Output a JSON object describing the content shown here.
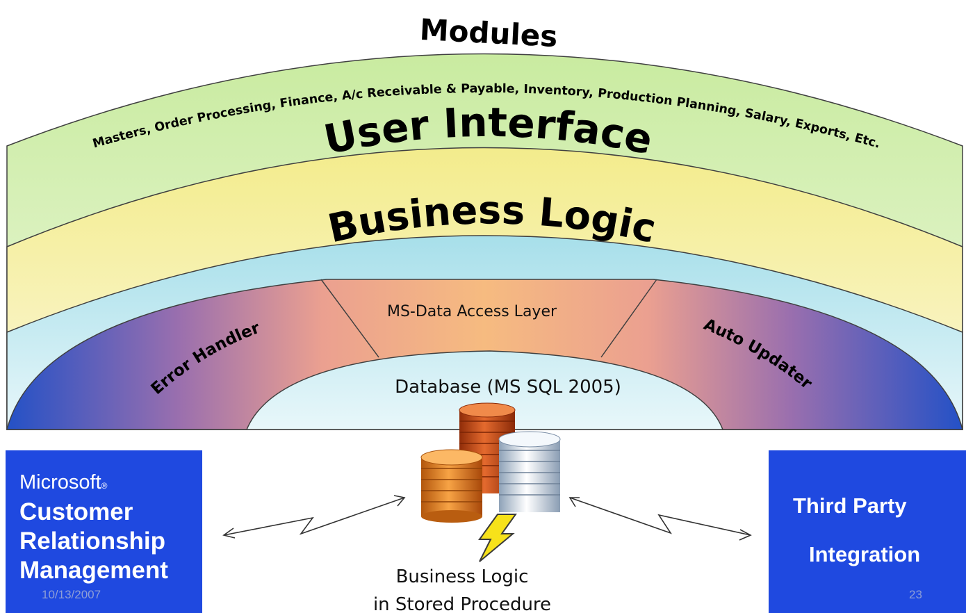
{
  "layers": {
    "modules_title": "Modules",
    "modules_list": "Masters, Order Processing, Finance, A/c Receivable & Payable, Inventory, Production Planning, Salary, Exports, Etc.",
    "user_interface": "User Interface",
    "business_logic": "Business Logic",
    "error_handler": "Error Handler",
    "data_access": "MS-Data Access Layer",
    "auto_updater": "Auto Updater"
  },
  "database": {
    "label": "Database (MS SQL 2005)",
    "caption_line1": "Business Logic",
    "caption_line2": "in Stored Procedure"
  },
  "crm": {
    "brand": "Microsoft",
    "brand_mark": "®",
    "line1": "Customer",
    "line2": "Relationship",
    "line3": "Management",
    "date": "10/13/2007"
  },
  "third_party": {
    "line1": "Third Party",
    "line2": "Integration",
    "page_number": "23"
  },
  "colors": {
    "box_blue": "#1f49e0",
    "modules_band": "#d6f0b8",
    "ui_band": "#f6f0a8",
    "logic_band": "#b8e6ee",
    "dal_center": "#f5b982",
    "dal_edge": "#2a55c8"
  }
}
